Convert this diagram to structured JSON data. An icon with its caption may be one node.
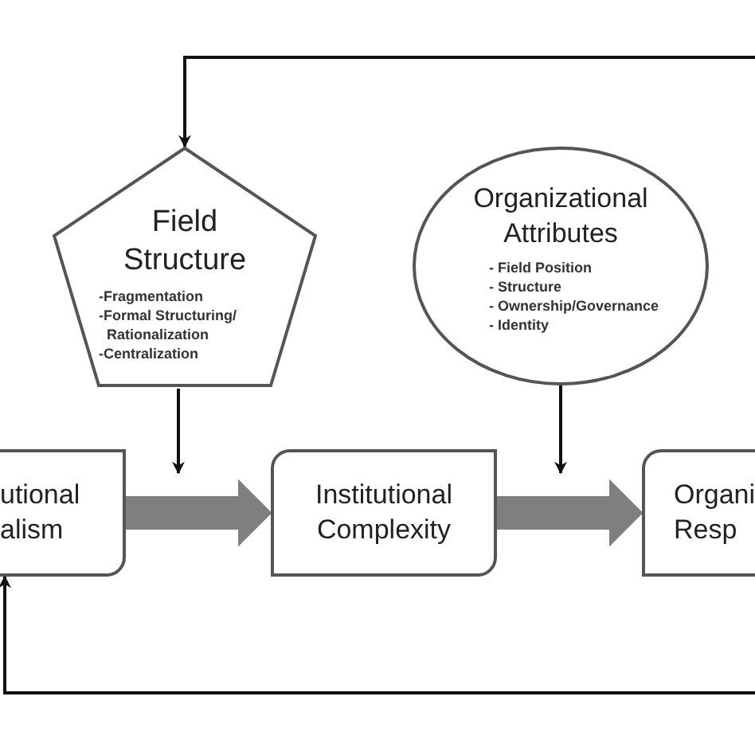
{
  "diagram": {
    "nodes": [
      {
        "text": [
          "Field Structure",
          "-Fragmentation",
          "-Formal Structuring/ Rationalization",
          "-Centralization"
        ]
      },
      {
        "text": [
          "Organizational Attributes",
          "- Field Position",
          "- Structure",
          "- Ownership/Governance",
          "- Identity"
        ]
      },
      {
        "text": [
          "utional alism"
        ]
      },
      {
        "text": [
          "Institutional Complexity"
        ]
      },
      {
        "text": [
          "Organi Resp"
        ]
      }
    ],
    "edges": [
      {
        "from": null,
        "to": 0,
        "arrow": "to"
      },
      {
        "from": 0,
        "to": null,
        "arrow": "to"
      },
      {
        "from": 1,
        "to": null,
        "arrow": "to"
      },
      {
        "from": 2,
        "to": 3,
        "arrow": "to",
        "style": "thick",
        "color": "#7f7f7f"
      },
      {
        "from": 3,
        "to": 4,
        "arrow": "to",
        "style": "thick",
        "color": "#7f7f7f"
      },
      {
        "from": null,
        "to": 2,
        "arrow": "to"
      }
    ]
  }
}
